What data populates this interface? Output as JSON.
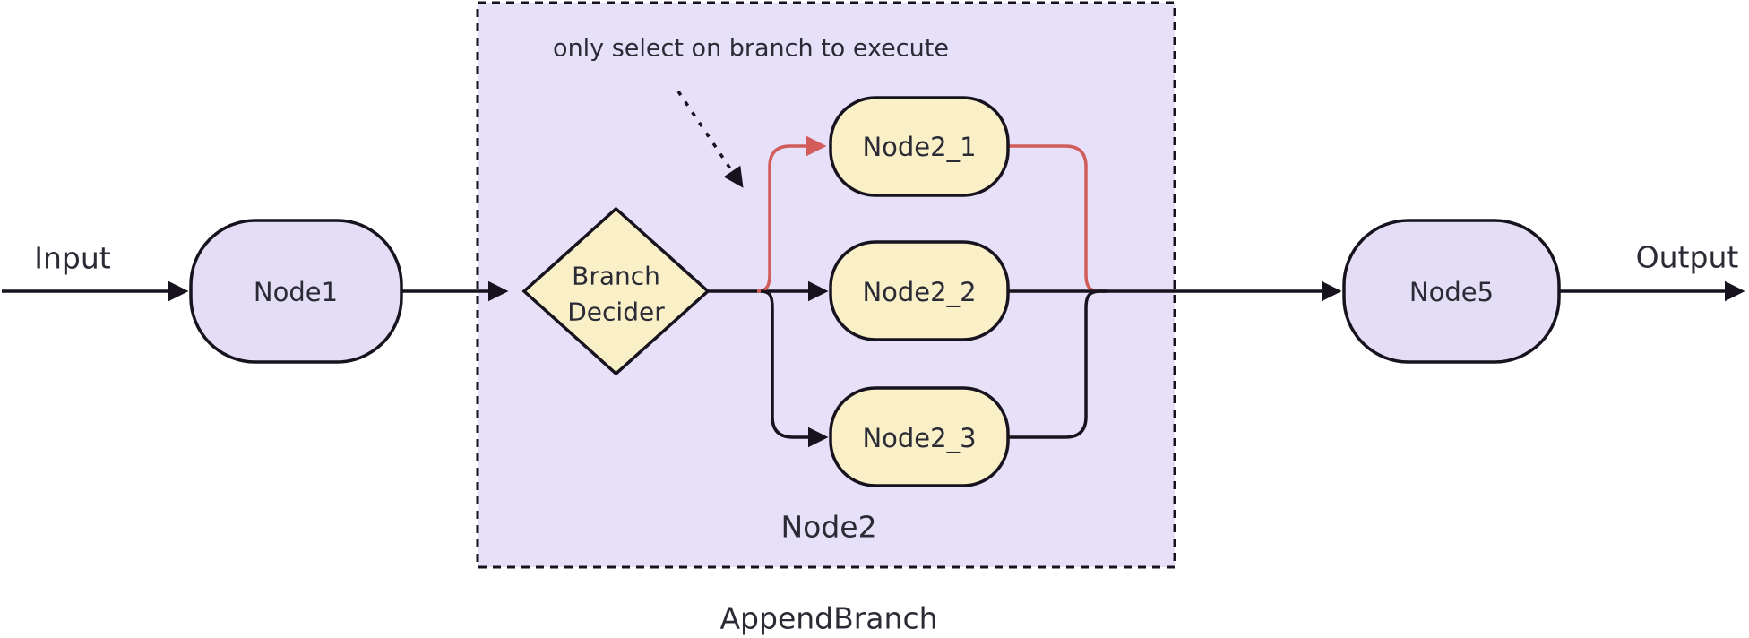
{
  "diagram": {
    "type": "flowchart",
    "direction": "left-to-right",
    "io_labels": {
      "input": "Input",
      "output": "Output"
    },
    "annotation": {
      "text": "only select on branch to execute",
      "arrow_style": "dashed",
      "points_to": "highlighted branch into Node2_1"
    },
    "cluster": {
      "inner_label": "Node2",
      "outer_label": "AppendBranch",
      "border_style": "dashed"
    },
    "nodes": {
      "node1": {
        "label": "Node1",
        "shape": "rounded",
        "fill": "purple"
      },
      "decider": {
        "label": "Branch Decider",
        "lines": [
          "Branch",
          "Decider"
        ],
        "shape": "diamond",
        "fill": "yellow"
      },
      "node2_1": {
        "label": "Node2_1",
        "shape": "rounded",
        "fill": "yellow"
      },
      "node2_2": {
        "label": "Node2_2",
        "shape": "rounded",
        "fill": "yellow"
      },
      "node2_3": {
        "label": "Node2_3",
        "shape": "rounded",
        "fill": "yellow"
      },
      "node5": {
        "label": "Node5",
        "shape": "rounded",
        "fill": "purple"
      }
    },
    "edges": [
      {
        "from": "Input",
        "to": "Node1",
        "color": "black"
      },
      {
        "from": "Node1",
        "to": "Branch Decider",
        "color": "black"
      },
      {
        "from": "Branch Decider",
        "to": "Node2_1",
        "color": "red",
        "highlighted": true
      },
      {
        "from": "Branch Decider",
        "to": "Node2_2",
        "color": "black"
      },
      {
        "from": "Branch Decider",
        "to": "Node2_3",
        "color": "black"
      },
      {
        "from": "Node2_1",
        "to": "Node5",
        "color": "red",
        "highlighted": true
      },
      {
        "from": "Node2_2",
        "to": "Node5",
        "color": "black"
      },
      {
        "from": "Node2_3",
        "to": "Node5",
        "color": "black"
      },
      {
        "from": "Node5",
        "to": "Output",
        "color": "black"
      }
    ],
    "colors": {
      "background": "#ffffff",
      "cluster_fill": "#e7e0f9",
      "node_purple": "#e4ddf6",
      "node_yellow": "#faf0c8",
      "stroke": "#17131e",
      "edge_red": "#d15c5a",
      "text": "#2b2b36"
    }
  }
}
